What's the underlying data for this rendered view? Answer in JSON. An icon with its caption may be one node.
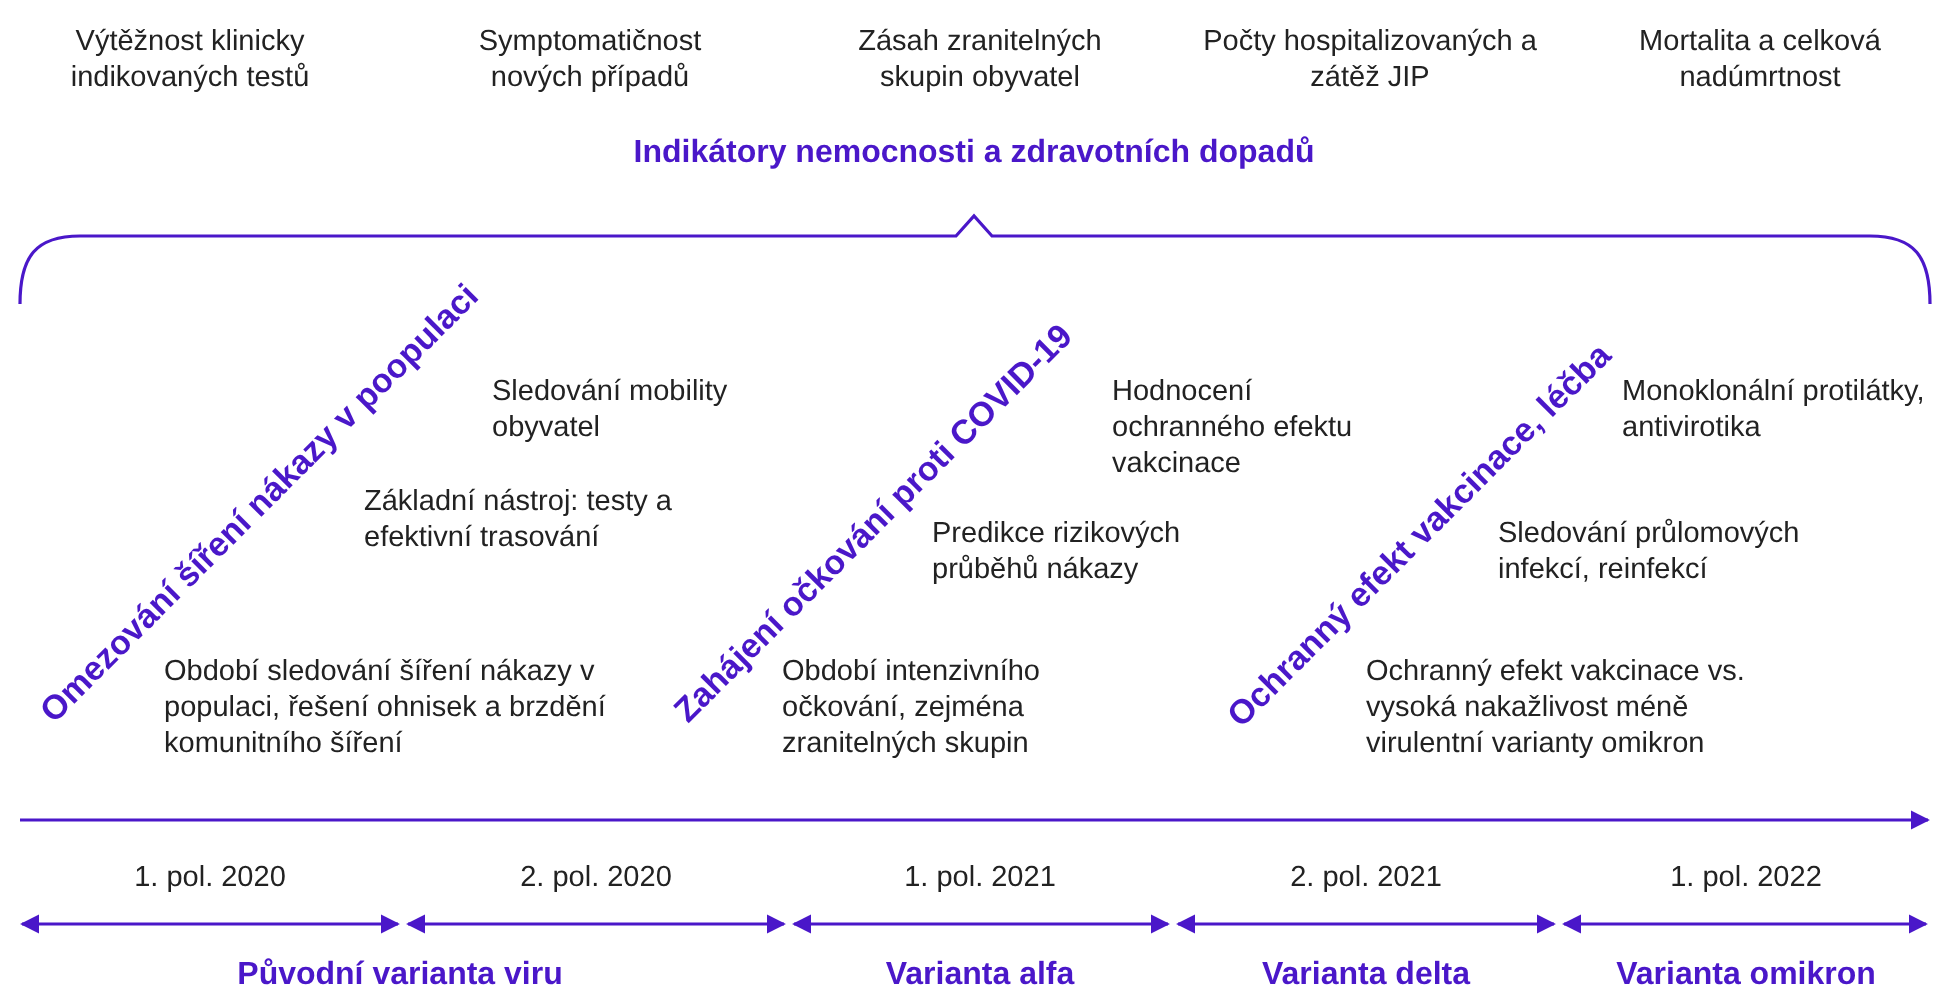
{
  "diagram": {
    "labels": [
      "Výtěžnost klinicky indikovaných testů",
      "Symptomatičnost nových případů",
      "Zásah zranitelných skupin obyvatel",
      "Počty hospitalizovaných a zátěž JIP",
      "Mortalita a celková nadúmrtnost",
      "Indikátory nemocnosti a zdravotních dopadů",
      "Omezování šíření nákazy v poopulaci",
      "Sledování mobility obyvatel",
      "Základní nástroj: testy a efektivní trasování",
      "Období sledování šíření nákazy v populaci, řešení ohnisek a brzdění komunitního šíření",
      "Zahájení očkování proti COVID-19",
      "Hodnocení ochranného efektu vakcinace",
      "Predikce rizikových průběhů nákazy",
      "Období intenzivního očkování, zejména zranitelných skupin",
      "Ochranný efekt vakcinace, léčba",
      "Monoklonální protilátky, antivirotika",
      "Sledování průlomových infekcí, reinfekcí",
      "Ochranný efekt vakcinace vs. vysoká nakažlivost méně virulentní varianty omikron",
      "1. pol. 2020",
      "2. pol. 2020",
      "1. pol. 2021",
      "2. pol. 2021",
      "1. pol. 2022",
      "Původní varianta viru",
      "Varianta alfa",
      "Varianta delta",
      "Varianta omikron"
    ]
  }
}
